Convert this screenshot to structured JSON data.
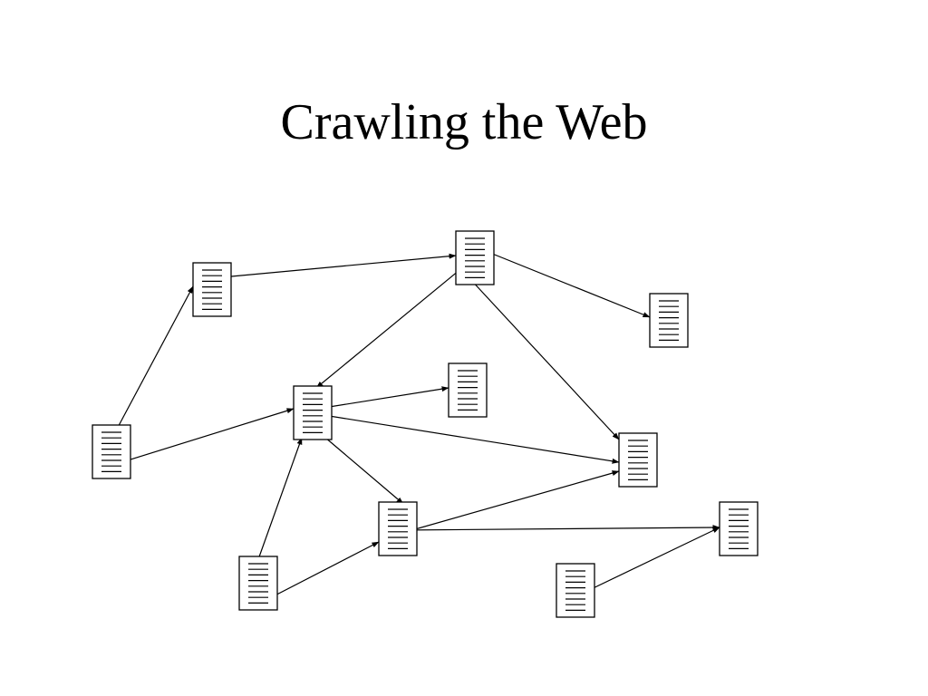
{
  "slide": {
    "title": "Crawling the Web"
  },
  "diagram": {
    "icon": "document-page-icon",
    "colors": {
      "stroke": "#000000",
      "background": "#ffffff"
    },
    "pages": [
      {
        "id": "A"
      },
      {
        "id": "B"
      },
      {
        "id": "C"
      },
      {
        "id": "D"
      },
      {
        "id": "E"
      },
      {
        "id": "F"
      },
      {
        "id": "G"
      },
      {
        "id": "H"
      },
      {
        "id": "I"
      },
      {
        "id": "J"
      },
      {
        "id": "K"
      },
      {
        "id": "L"
      }
    ],
    "links": [
      {
        "from": "L",
        "to": "A"
      },
      {
        "from": "L",
        "to": "E"
      },
      {
        "from": "A",
        "to": "B"
      },
      {
        "from": "B",
        "to": "C"
      },
      {
        "from": "B",
        "to": "E"
      },
      {
        "from": "B",
        "to": "F"
      },
      {
        "from": "E",
        "to": "D"
      },
      {
        "from": "E",
        "to": "F"
      },
      {
        "from": "E",
        "to": "G"
      },
      {
        "from": "J",
        "to": "E"
      },
      {
        "from": "J",
        "to": "G"
      },
      {
        "from": "G",
        "to": "F"
      },
      {
        "from": "G",
        "to": "H"
      },
      {
        "from": "K",
        "to": "H"
      }
    ]
  }
}
